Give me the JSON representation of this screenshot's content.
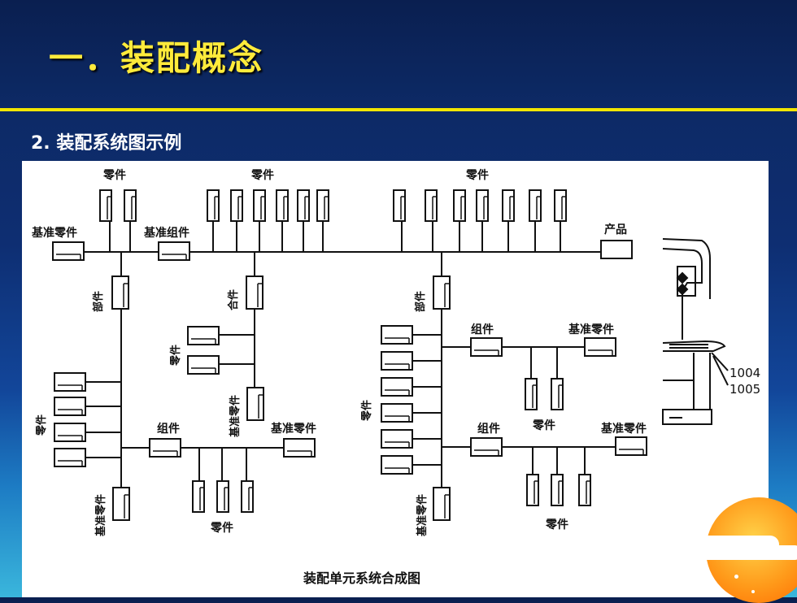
{
  "slide": {
    "title": "一．装配概念",
    "subtitle": "2. 装配系统图示例"
  },
  "diagram": {
    "caption": "装配单元系统合成图",
    "labels": {
      "parts_left_top": "零件",
      "parts_mid_top": "零件",
      "parts_right_top": "零件",
      "base_part_top": "基准零件",
      "base_assembly": "基准组件",
      "product": "产品",
      "component_left": "部件",
      "combo_mid": "合件",
      "component_right": "部件",
      "parts_left_side": "零件",
      "parts_mid_small": "零件",
      "base_part_mid": "基准零件",
      "group_left": "组件",
      "base_part_left_group": "基准零件",
      "base_part_left_bottom": "基准零件",
      "parts_left_bottom": "零件",
      "group_right_upper": "组件",
      "base_part_right_upper": "基准零件",
      "parts_right_upper": "零件",
      "parts_right_side": "零件",
      "group_right_lower": "组件",
      "base_part_right_lower": "基准零件",
      "base_part_right_bottom": "基准零件",
      "parts_right_bottom": "零件",
      "callout_1004": "1004",
      "callout_1005": "1005"
    }
  }
}
